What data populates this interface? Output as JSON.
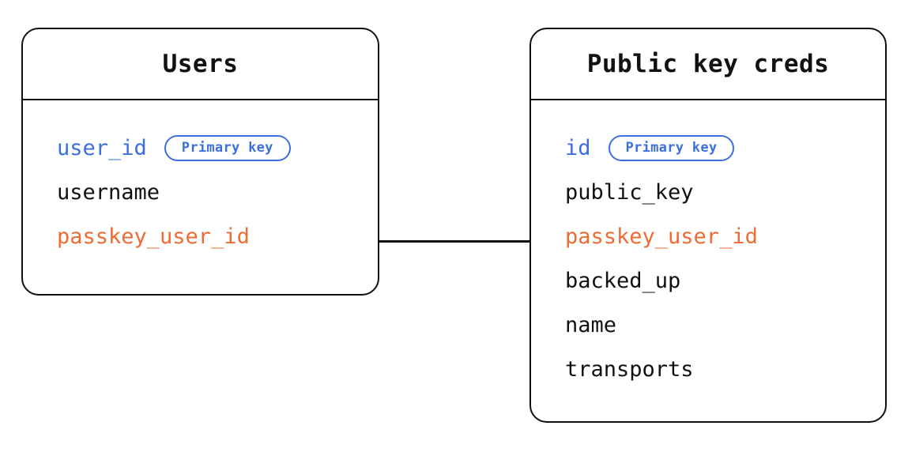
{
  "diagram": {
    "type": "entity-relationship-diagram",
    "background_color": "#ffffff",
    "colors": {
      "border": "#111111",
      "text": "#111111",
      "primary_key": "#3B6FE0",
      "foreign_key": "#EE6B33",
      "badge_border": "#3B6FE0",
      "connector": "#111111"
    }
  },
  "entities": [
    {
      "id": "users",
      "title": "Users",
      "fields": [
        {
          "name": "user_id",
          "role": "primary",
          "badge": "Primary key"
        },
        {
          "name": "username",
          "role": "plain",
          "badge": null
        },
        {
          "name": "passkey_user_id",
          "role": "foreign",
          "badge": null
        }
      ]
    },
    {
      "id": "public_key_creds",
      "title": "Public key creds",
      "fields": [
        {
          "name": "id",
          "role": "primary",
          "badge": "Primary key"
        },
        {
          "name": "public_key",
          "role": "plain",
          "badge": null
        },
        {
          "name": "passkey_user_id",
          "role": "foreign",
          "badge": null
        },
        {
          "name": "backed_up",
          "role": "plain",
          "badge": null
        },
        {
          "name": "name",
          "role": "plain",
          "badge": null
        },
        {
          "name": "transports",
          "role": "plain",
          "badge": null
        }
      ]
    }
  ],
  "relationships": [
    {
      "id": "users-to-public-key-creds",
      "from_entity": "users",
      "from_field": "passkey_user_id",
      "to_entity": "public_key_creds",
      "to_field": "passkey_user_id",
      "style": "solid-line"
    }
  ]
}
